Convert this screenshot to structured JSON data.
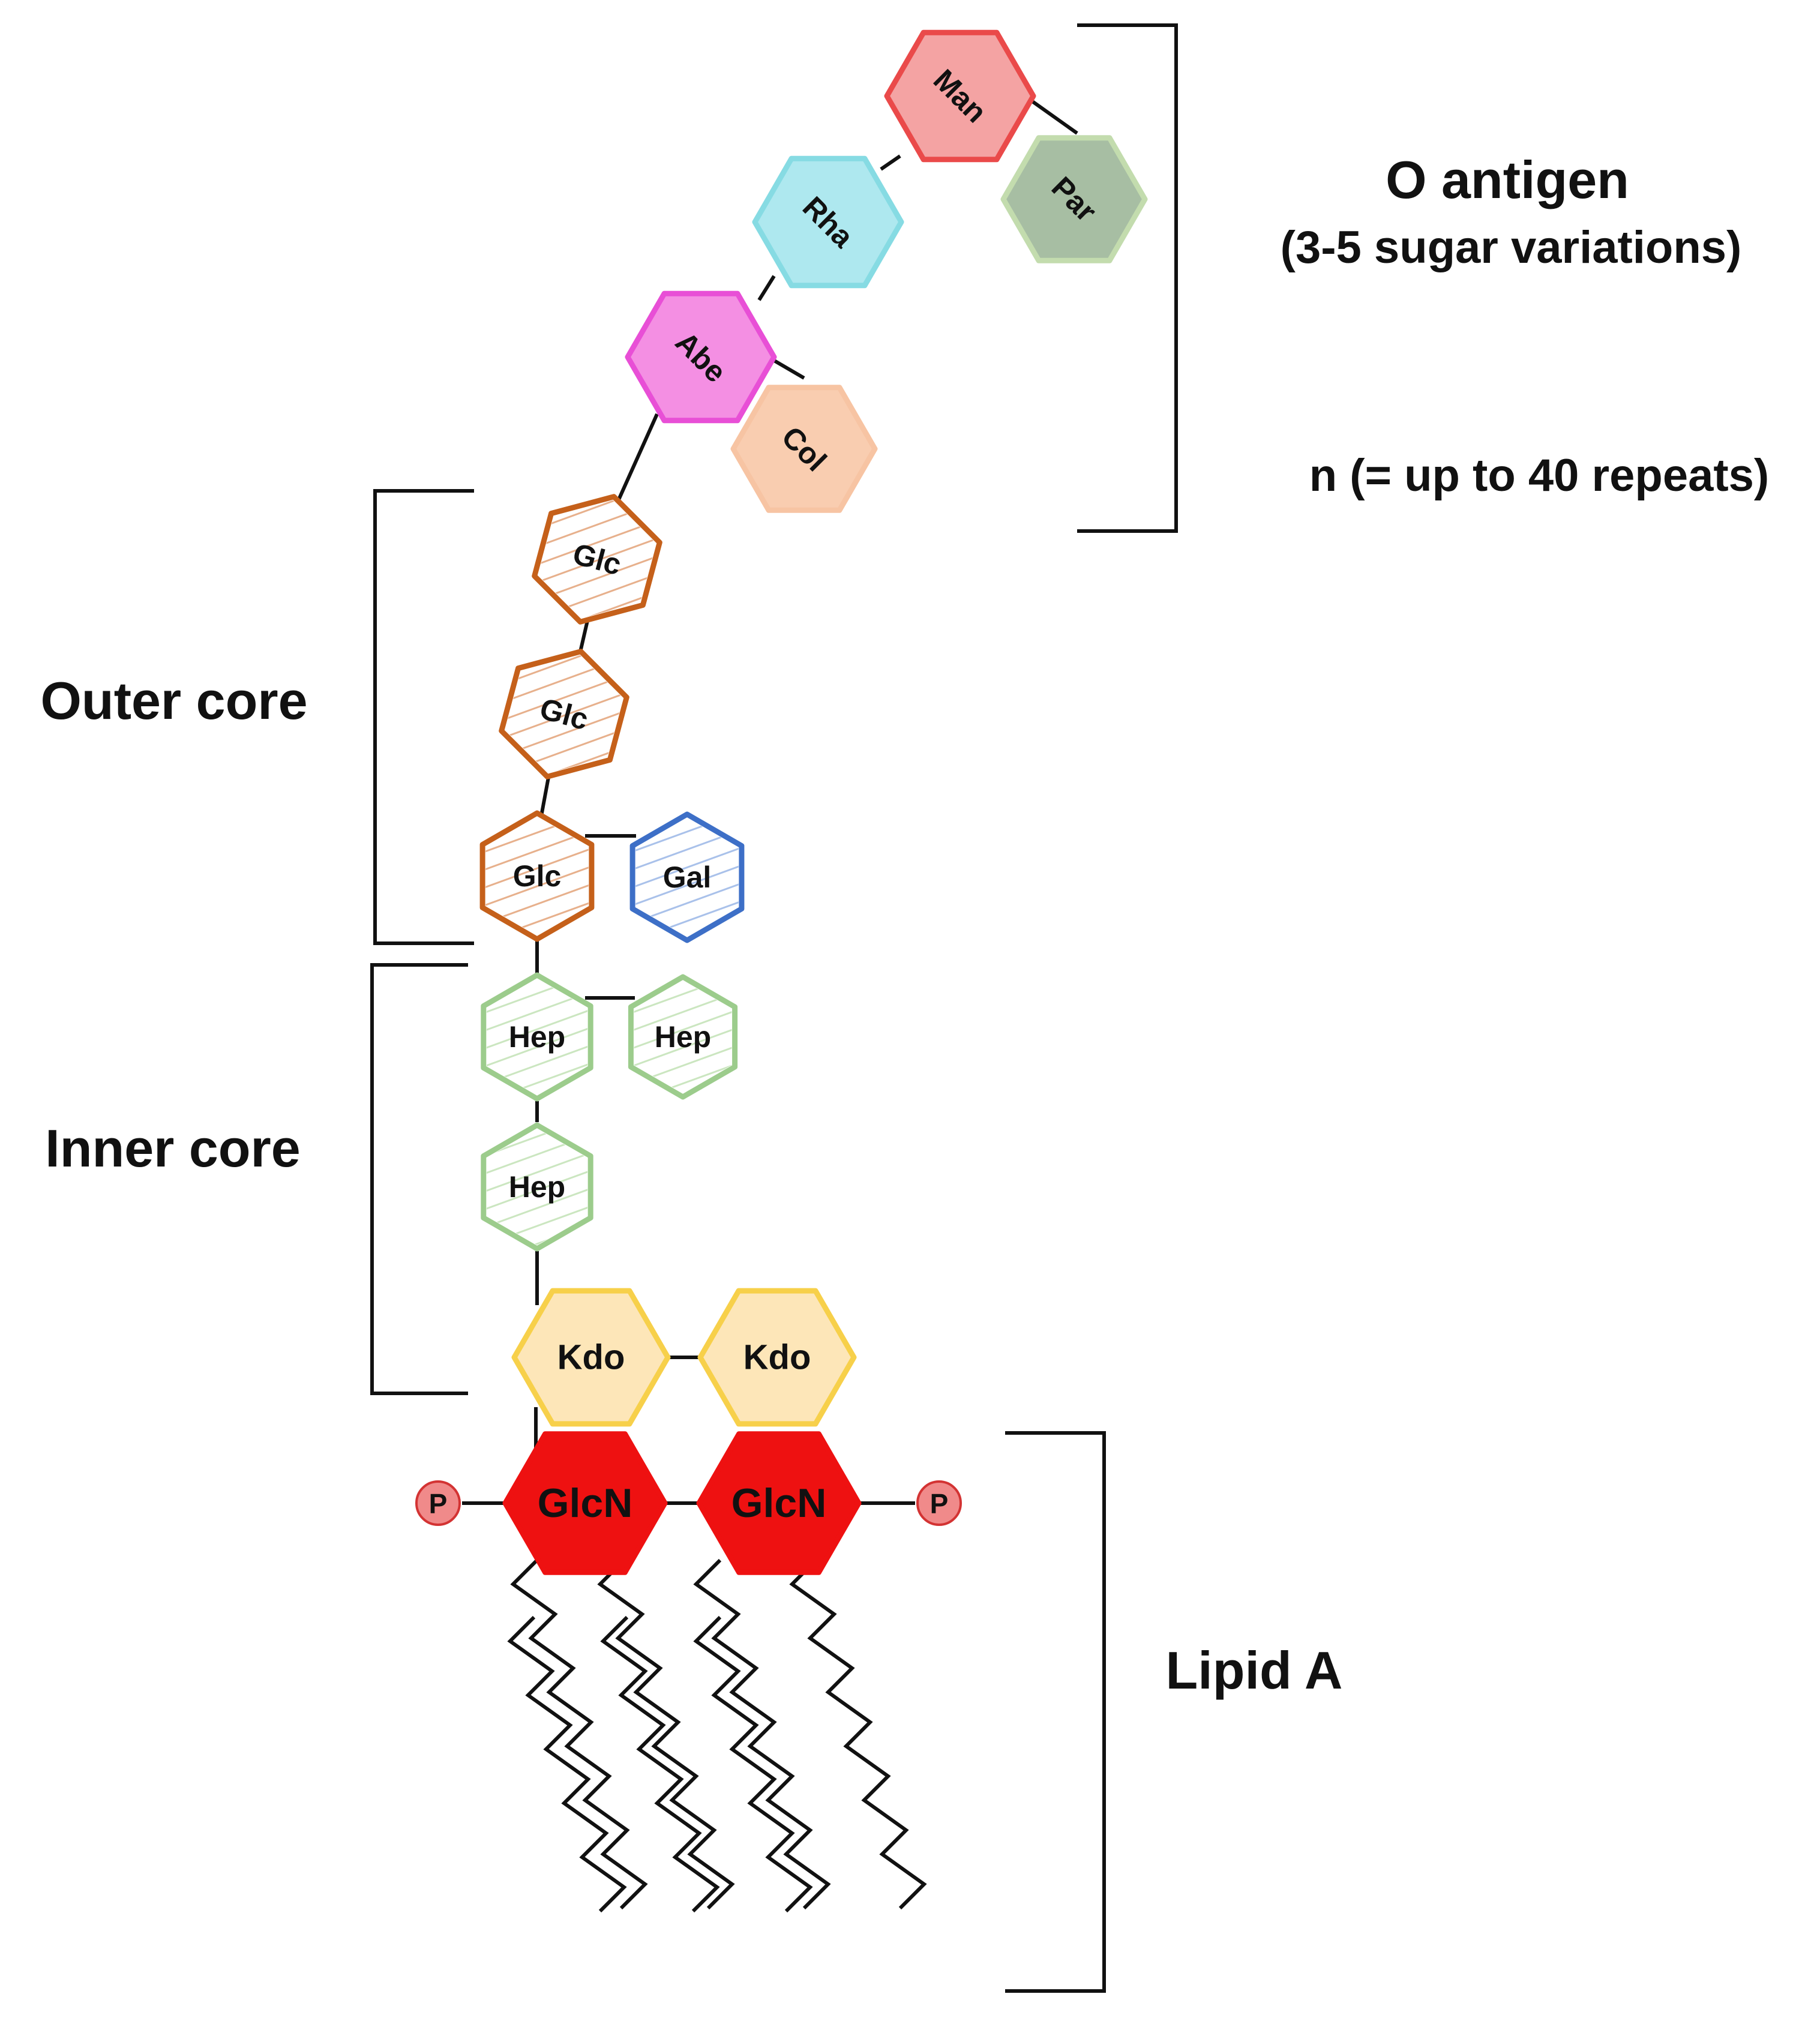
{
  "regions": {
    "o_antigen": {
      "title": "O antigen",
      "subtitle": "(3-5 sugar variations)",
      "repeats": "n (= up to 40 repeats)"
    },
    "outer_core": {
      "title": "Outer core"
    },
    "inner_core": {
      "title": "Inner core"
    },
    "lipid_a": {
      "title": "Lipid A"
    }
  },
  "sugars": {
    "man": {
      "label": "Man",
      "fill": "#f4a3a3",
      "stroke": "#ea4a4a",
      "hatched": false
    },
    "par": {
      "label": "Par",
      "fill": "#a7bea3",
      "stroke": "#c3dcae",
      "hatched": false
    },
    "rha": {
      "label": "Rha",
      "fill": "#aee8ef",
      "stroke": "#86dbe3",
      "hatched": false
    },
    "abe": {
      "label": "Abe",
      "fill": "#f48fe3",
      "stroke": "#e84fd6",
      "hatched": false
    },
    "col": {
      "label": "Col",
      "fill": "#f9cdb0",
      "stroke": "#f7c4a3",
      "hatched": false
    },
    "glc_1": {
      "label": "Glc",
      "fill": "#ffffff",
      "stroke": "#c5601a",
      "hatched": true
    },
    "glc_2": {
      "label": "Glc",
      "fill": "#ffffff",
      "stroke": "#c5601a",
      "hatched": true
    },
    "glc_3": {
      "label": "Glc",
      "fill": "#ffffff",
      "stroke": "#c5601a",
      "hatched": true
    },
    "gal": {
      "label": "Gal",
      "fill": "#ffffff",
      "stroke": "#3d6fc7",
      "hatched": true
    },
    "hep_1": {
      "label": "Hep",
      "fill": "#ffffff",
      "stroke": "#9ccc8c",
      "hatched": true
    },
    "hep_2": {
      "label": "Hep",
      "fill": "#ffffff",
      "stroke": "#9ccc8c",
      "hatched": true
    },
    "hep_3": {
      "label": "Hep",
      "fill": "#ffffff",
      "stroke": "#9ccc8c",
      "hatched": true
    },
    "kdo_1": {
      "label": "Kdo",
      "fill": "#fde6b8",
      "stroke": "#f7d04a",
      "hatched": false
    },
    "kdo_2": {
      "label": "Kdo",
      "fill": "#fde6b8",
      "stroke": "#f7d04a",
      "hatched": false
    },
    "glcn_1": {
      "label": "GlcN",
      "fill": "#ee1111",
      "stroke": "#ee1111",
      "hatched": false,
      "text_color": "#ffffff"
    },
    "glcn_2": {
      "label": "GlcN",
      "fill": "#ee1111",
      "stroke": "#ee1111",
      "hatched": false,
      "text_color": "#ffffff"
    }
  },
  "phosphates": {
    "left": {
      "label": "P",
      "fill": "#f08a8a",
      "stroke": "#d33333"
    },
    "right": {
      "label": "P",
      "fill": "#f08a8a",
      "stroke": "#d33333"
    }
  },
  "fatty_acid_chain_count": 7
}
